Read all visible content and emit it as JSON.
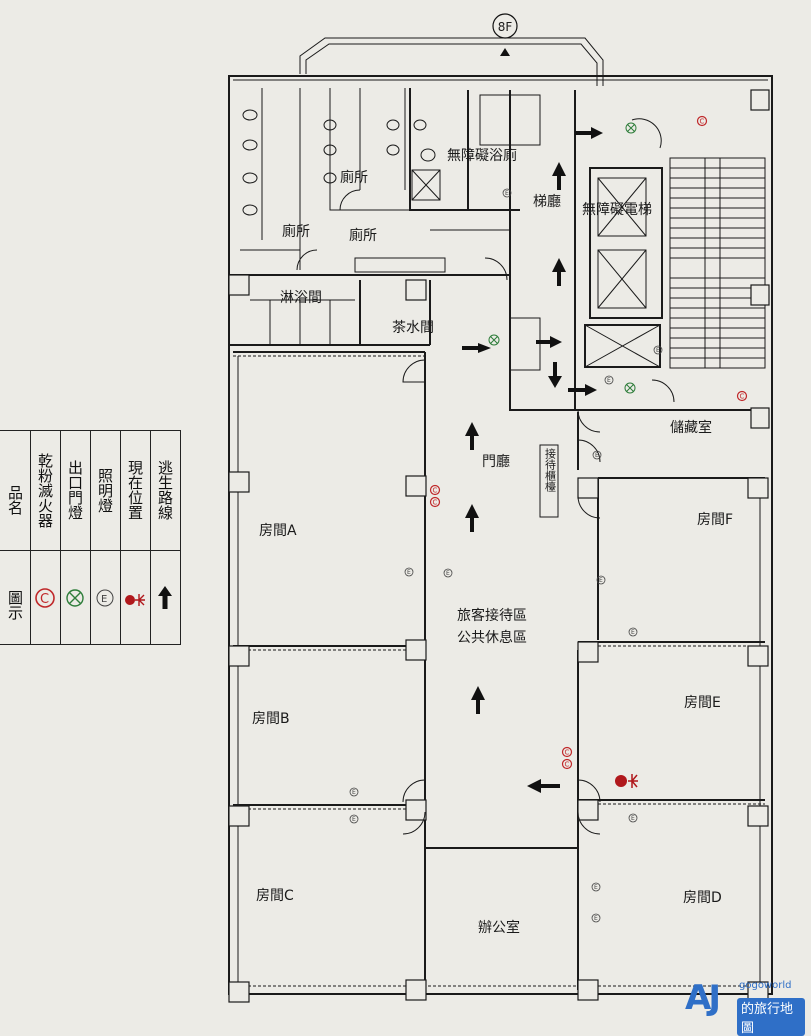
{
  "floor_badge": "8F",
  "rooms": {
    "toilet_accessible": "無障礙浴廁",
    "toilet_1": "廁所",
    "toilet_2": "廁所",
    "toilet_3": "廁所",
    "shower": "淋浴間",
    "tea_room": "茶水間",
    "elevator_hall": "梯廳",
    "accessible_elevator": "無障礙電梯",
    "foyer": "門廳",
    "storage": "儲藏室",
    "counter": "接待櫃檯",
    "lounge_line1": "旅客接待區",
    "lounge_line2": "公共休息區",
    "room_a": "房間A",
    "room_b": "房間B",
    "room_c": "房間C",
    "room_d": "房間D",
    "room_e": "房間E",
    "room_f": "房間F",
    "office": "辦公室"
  },
  "legend": {
    "header_symbol": "圖示",
    "header_name": "品名",
    "items": [
      {
        "name": "乾粉滅火器",
        "icon": "fire-extinguisher-icon",
        "color": "#c0282a"
      },
      {
        "name": "出口門燈",
        "icon": "exit-light-icon",
        "color": "#2e7d3a"
      },
      {
        "name": "照明燈",
        "icon": "emergency-lamp-icon",
        "color": "#444444"
      },
      {
        "name": "現在位置",
        "icon": "current-location-icon",
        "color": "#b0181c"
      },
      {
        "name": "逃生路線",
        "icon": "escape-route-arrow-icon",
        "color": "#111111"
      }
    ]
  },
  "symbols": {
    "extinguisher": "C",
    "lamp": "E"
  },
  "watermark": {
    "logo": "AJ",
    "small": "gogoworld",
    "main": "的旅行地圖"
  }
}
